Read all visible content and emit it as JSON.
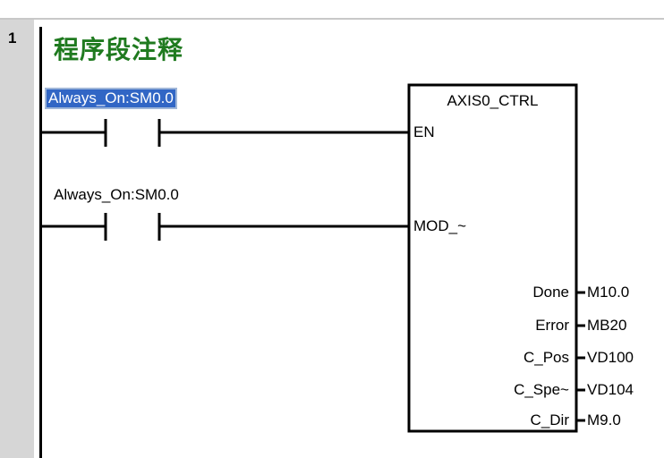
{
  "network": {
    "number": "1",
    "comment": "程序段注释"
  },
  "contacts": [
    {
      "address": "Always_On:SM0.0",
      "selected": true
    },
    {
      "address": "Always_On:SM0.0",
      "selected": false
    }
  ],
  "block": {
    "name": "AXIS0_CTRL",
    "inputs": [
      {
        "pin": "EN"
      },
      {
        "pin": "MOD_~"
      }
    ],
    "outputs": [
      {
        "pin": "Done",
        "operand": "M10.0"
      },
      {
        "pin": "Error",
        "operand": "MB20"
      },
      {
        "pin": "C_Pos",
        "operand": "VD100"
      },
      {
        "pin": "C_Spe~",
        "operand": "VD104"
      },
      {
        "pin": "C_Dir",
        "operand": "M9.0"
      }
    ]
  },
  "colors": {
    "comment": "#1f7a1f",
    "selection": "#3166c5",
    "gutter": "#d6d6d6"
  }
}
